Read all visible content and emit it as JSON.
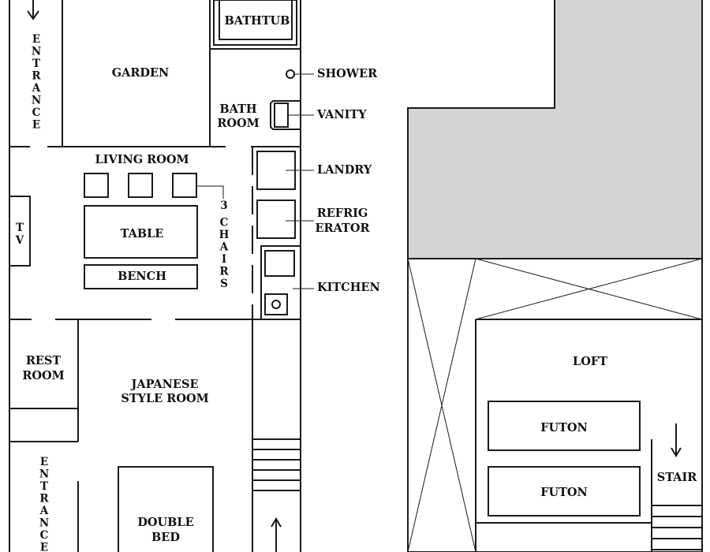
{
  "labels": {
    "bathtub": "BATHTUB",
    "garden": "GARDEN",
    "shower": "SHOWER",
    "vanity": "VANITY",
    "bath_room": [
      "BATH",
      "ROOM"
    ],
    "living_room": "LIVING ROOM",
    "laundry": "LANDRY",
    "table": "TABLE",
    "bench": "BENCH",
    "refrigerator": [
      "REFRIG",
      "ERATOR"
    ],
    "tv": "TV",
    "chairs": "3 CHAIRS",
    "kitchen": "KITCHEN",
    "rest_room": [
      "REST",
      "ROOM"
    ],
    "japanese_room": [
      "JAPANESE",
      "STYLE ROOM"
    ],
    "double_bed": [
      "DOUBLE",
      "BED"
    ],
    "entrance_top": "ENTRANCE",
    "entrance_bottom": "ENTRANCE",
    "loft": "LOFT",
    "futon_1": "FUTON",
    "futon_2": "FUTON",
    "stair": "STAIR"
  },
  "colors": {
    "line": "#1a1a1a",
    "shaded_area": "#d4d4d4"
  }
}
